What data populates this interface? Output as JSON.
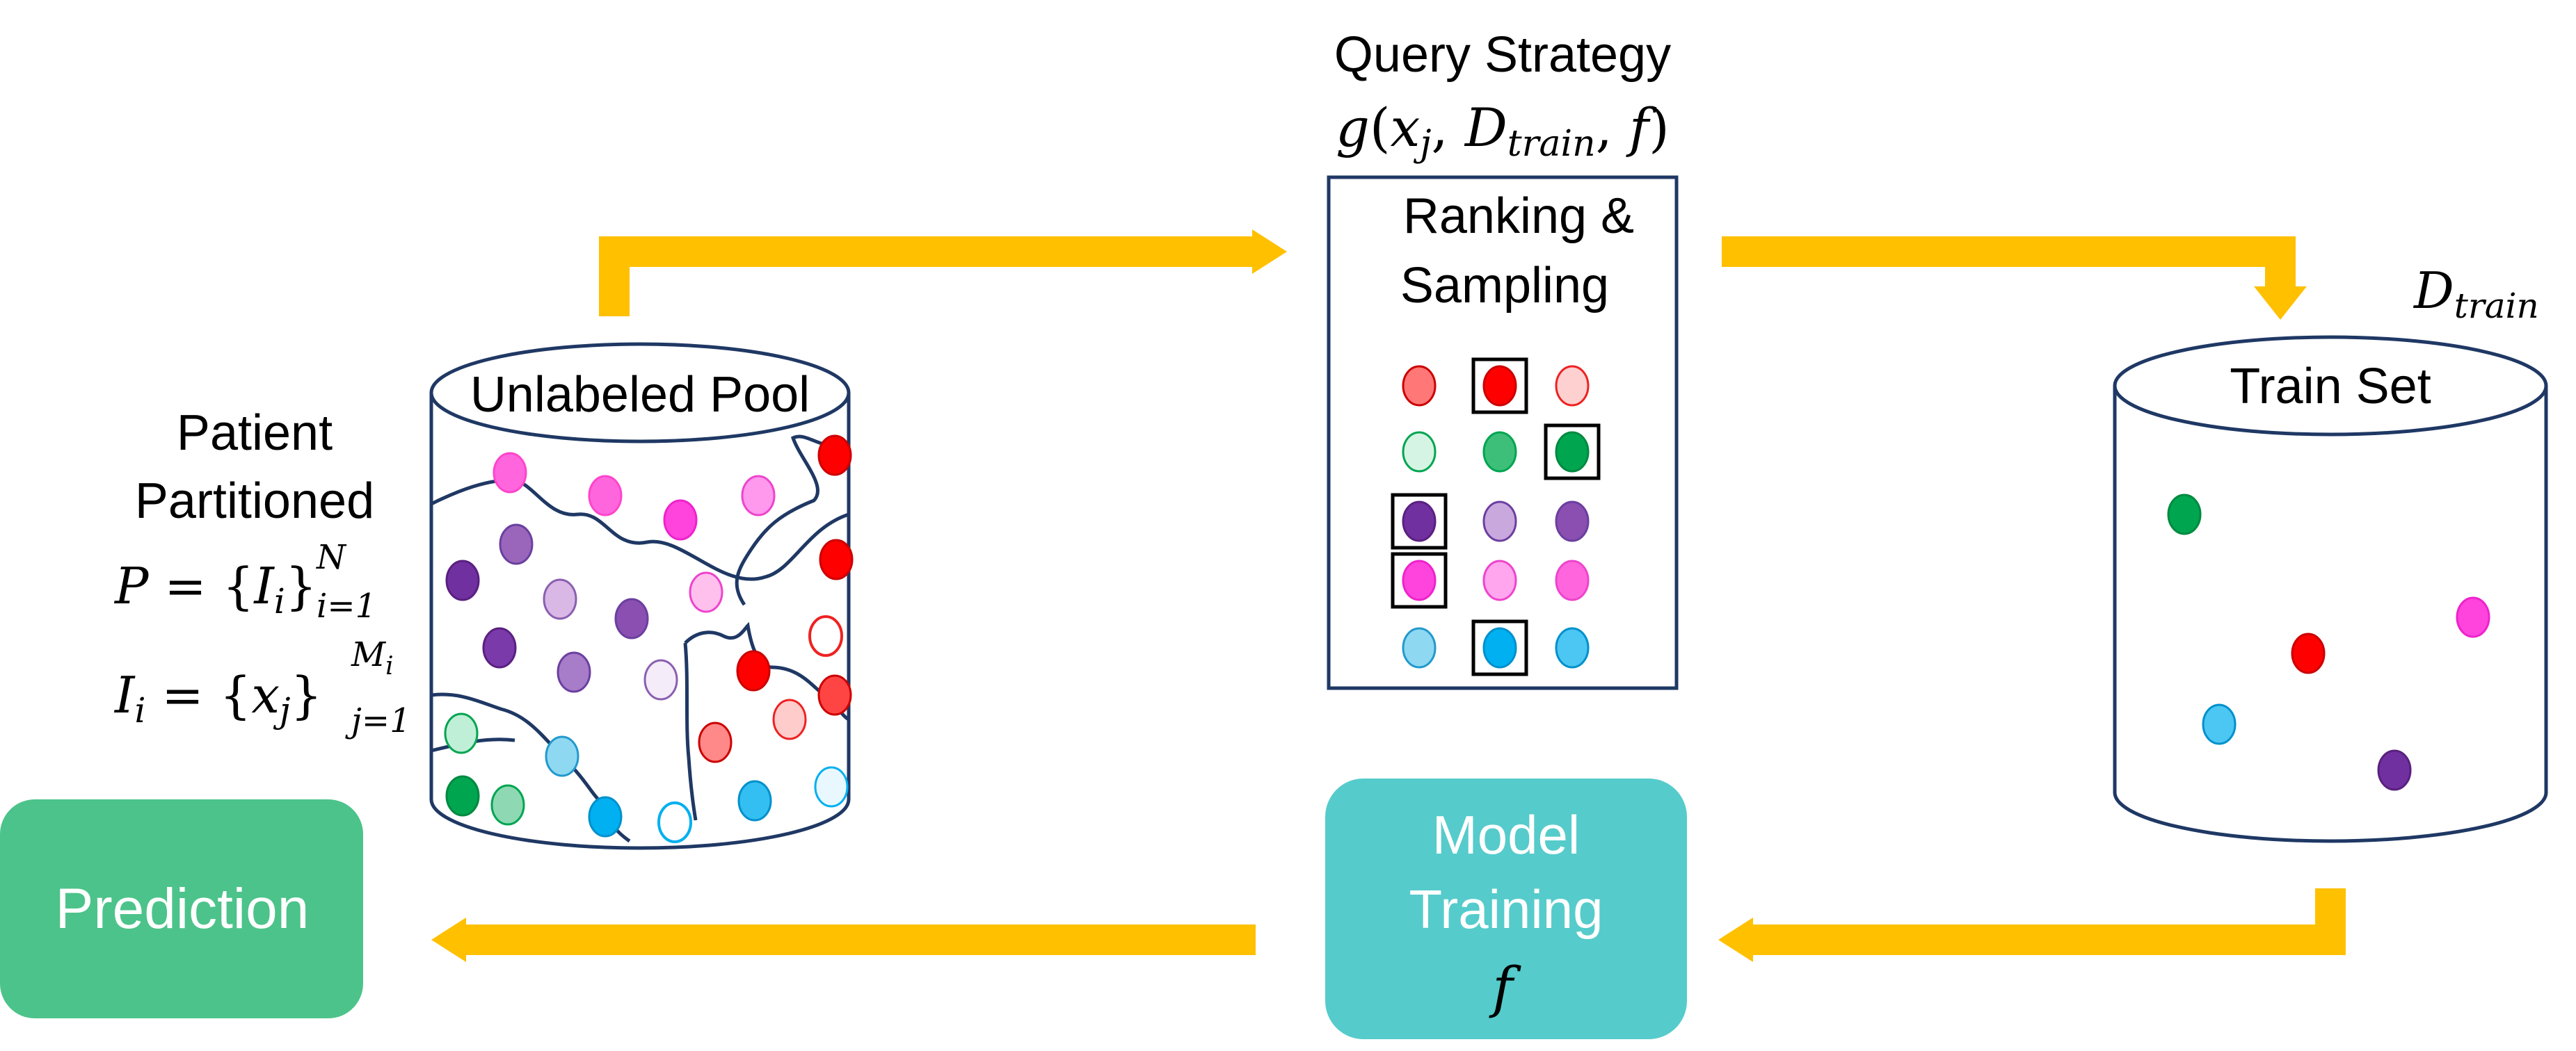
{
  "colors": {
    "arrow": "#FFC000",
    "outline": "#1F3864",
    "prediction_box": "#4CC38A",
    "model_box": "#56CBCB",
    "box_text": "#FFFFFF"
  },
  "pool": {
    "label": "Unlabeled Pool"
  },
  "partition": {
    "line1": "Patient",
    "line2": "Partitioned",
    "eq_P": {
      "lhs": "P",
      "lbrace": "{",
      "var": "I",
      "sub": "i",
      "rbrace": "}",
      "sup": "N",
      "range": "i=1"
    },
    "eq_I": {
      "lhs": "I",
      "lhs_sub": "i",
      "lbrace": "{",
      "var": "x",
      "sub": "j",
      "rbrace": "}",
      "sup": "M",
      "sup_sub": "i",
      "range": "j=1"
    }
  },
  "query": {
    "title": "Query Strategy",
    "formula": {
      "fn": "g",
      "open": "(",
      "x": "x",
      "x_sub": "j",
      "D": "D",
      "D_sub": "train",
      "f": "f",
      "close": ")"
    },
    "box_line1": "Ranking &",
    "box_line2": "Sampling"
  },
  "train_set": {
    "label": "Train Set",
    "tag": {
      "D": "D",
      "sub": "train"
    }
  },
  "model": {
    "line1": "Model",
    "line2": "Training",
    "symbol": "f"
  },
  "prediction": {
    "label": "Prediction"
  }
}
